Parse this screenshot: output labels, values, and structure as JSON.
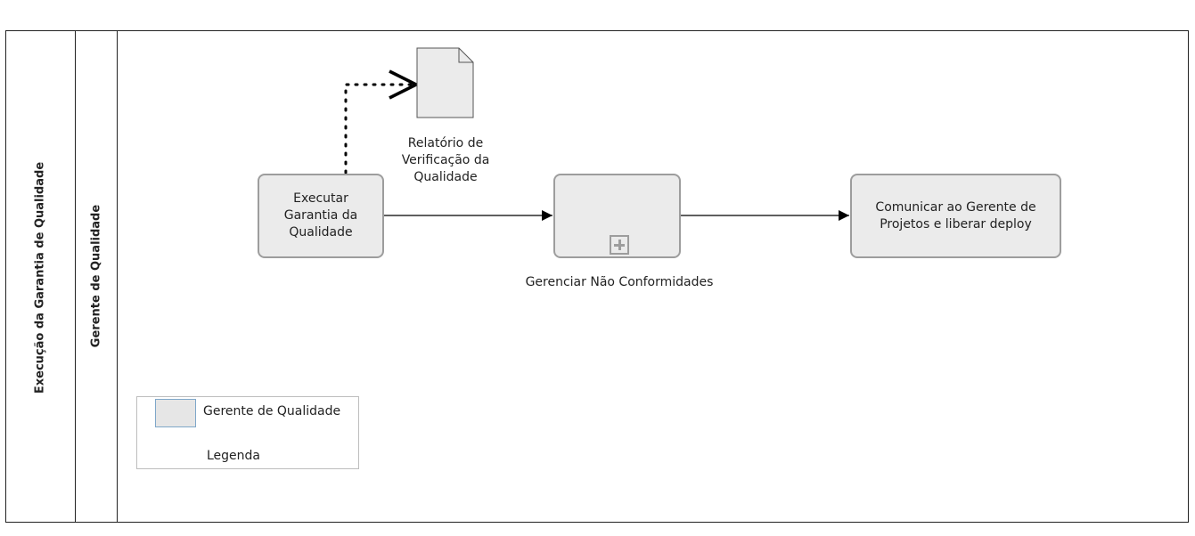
{
  "pool": {
    "label": "Execução da Garantia de Qualidade"
  },
  "lane": {
    "label": "Gerente de Qualidade"
  },
  "tasks": {
    "execute_qa": {
      "label_lines": [
        "Executar",
        "Garantia da",
        "Qualidade"
      ]
    },
    "manage_nc": {
      "label": "Gerenciar Não Conformidades"
    },
    "communicate": {
      "label_lines": [
        "Comunicar ao Gerente de",
        "Projetos e liberar deploy"
      ]
    }
  },
  "data_object": {
    "label_lines": [
      "Relatório de",
      "Verificação da",
      "Qualidade"
    ]
  },
  "legend": {
    "item_label": "Gerente de Qualidade",
    "title": "Legenda"
  },
  "colors": {
    "task_fill": "#ebebeb",
    "task_border": "#9d9d9d",
    "legend_swatch_border": "#7fa7c9"
  }
}
